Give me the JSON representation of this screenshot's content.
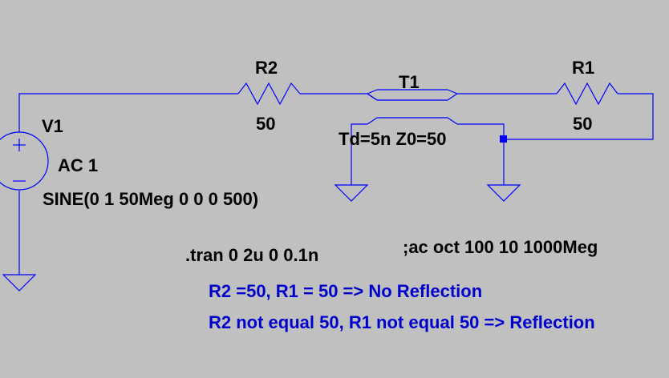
{
  "components": {
    "v1": {
      "ref": "V1",
      "ac": "AC 1",
      "source": "SINE(0 1 50Meg 0 0 0 500)"
    },
    "r2": {
      "ref": "R2",
      "value": "50"
    },
    "r1": {
      "ref": "R1",
      "value": "50"
    },
    "t1": {
      "ref": "T1",
      "params": "Td=5n Z0=50"
    }
  },
  "directives": {
    "tran": ".tran 0 2u 0 0.1n",
    "ac": ";ac oct 100 10 1000Meg"
  },
  "notes": {
    "line1": "R2 =50, R1 = 50 => No Reflection",
    "line2": "R2 not equal 50, R1 not equal 50 => Reflection"
  },
  "colors": {
    "background": "#c0c0c0",
    "wire": "#0000ff",
    "label": "#000000",
    "note": "#0000cc"
  },
  "icons": {
    "source": "ac-voltage-source-icon",
    "ground": "ground-icon",
    "resistor": "resistor-icon",
    "tline": "transmission-line-icon"
  }
}
